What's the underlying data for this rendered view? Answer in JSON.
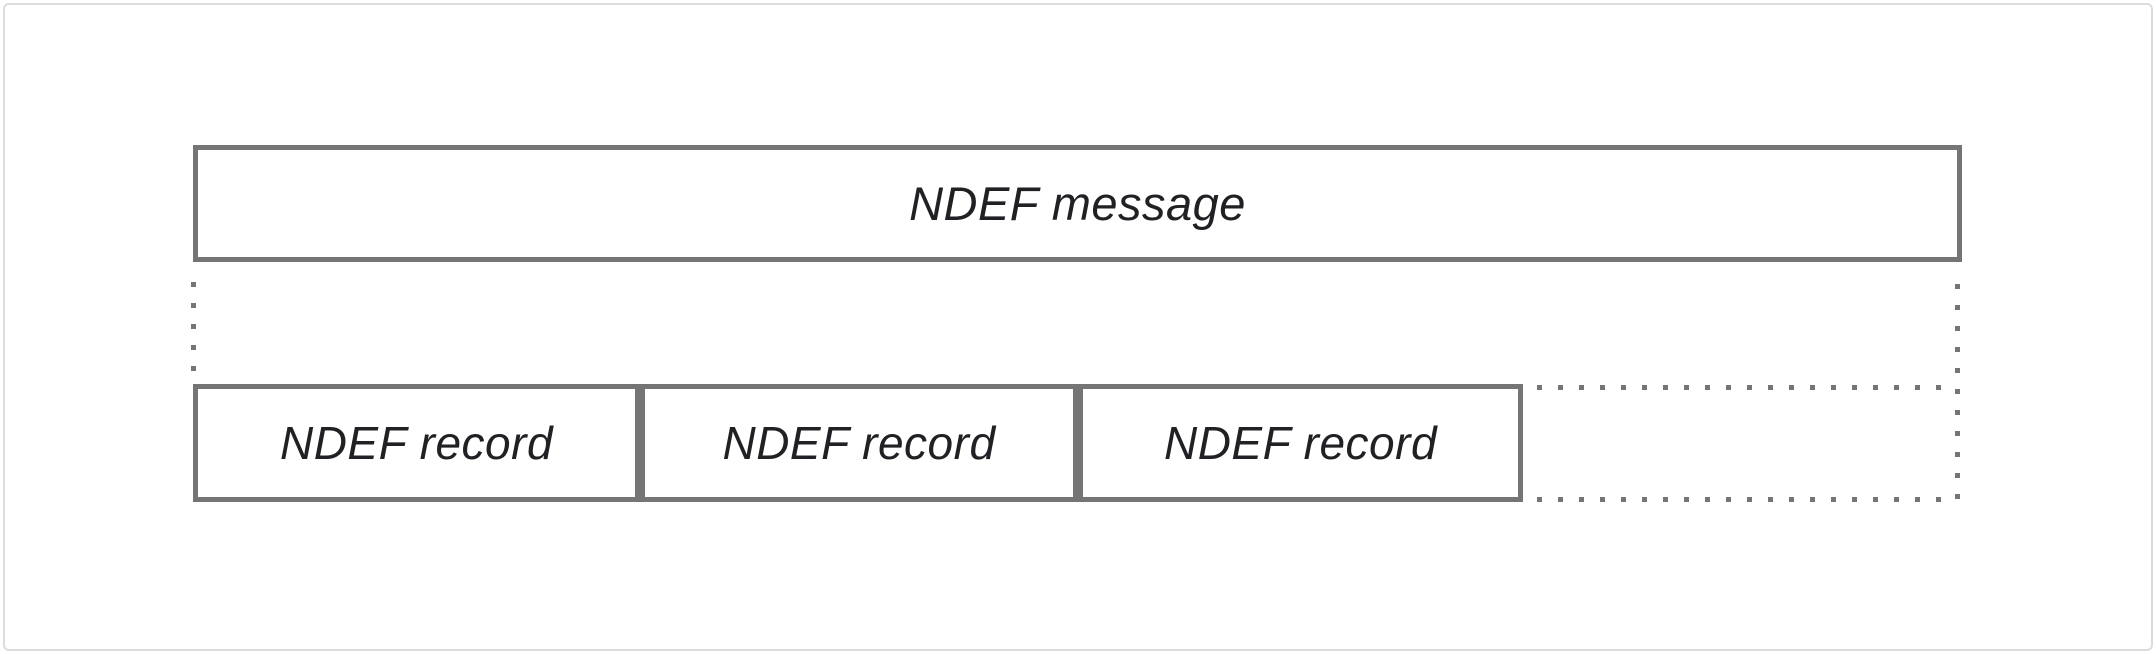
{
  "diagram": {
    "title_context": "NDEF message structure diagram",
    "message": {
      "label": "NDEF message"
    },
    "records": [
      {
        "label": "NDEF record"
      },
      {
        "label": "NDEF record"
      },
      {
        "label": "NDEF record"
      }
    ],
    "colors": {
      "box_border": "#757575",
      "dotted_line": "#757575",
      "text": "#202124",
      "card_border": "#dadce0",
      "background": "#ffffff"
    }
  }
}
